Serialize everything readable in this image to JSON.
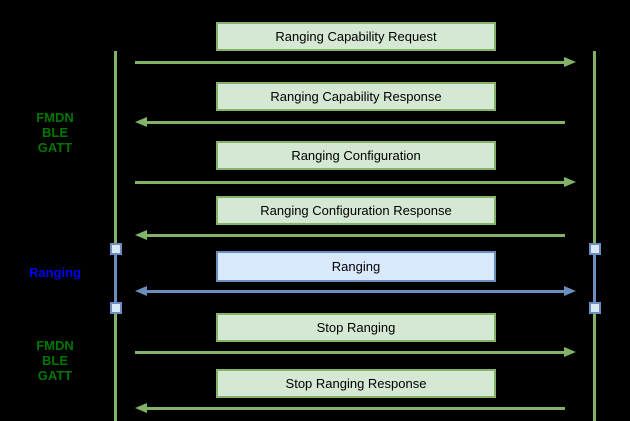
{
  "diagram": {
    "type": "sequence-diagram",
    "background": "#000000"
  },
  "colors": {
    "green_stroke": "#82b366",
    "green_fill": "#d5e8d4",
    "blue_stroke": "#6c8ebf",
    "blue_fill": "#dae8fc",
    "green_label_text": "#007700",
    "blue_label_text": "#0000ee",
    "message_text": "#000000"
  },
  "side_labels": [
    {
      "id": "fmdn-ble-gatt-top",
      "style": "green",
      "lines": [
        "FMDN",
        "BLE",
        "GATT"
      ]
    },
    {
      "id": "ranging",
      "style": "blue",
      "lines": [
        "Ranging"
      ]
    },
    {
      "id": "fmdn-ble-gatt-bottom",
      "style": "green",
      "lines": [
        "FMDN",
        "BLE",
        "GATT"
      ]
    }
  ],
  "messages": [
    {
      "label": "Ranging Capability Request",
      "direction": "right",
      "style": "green"
    },
    {
      "label": "Ranging Capability Response",
      "direction": "left",
      "style": "green"
    },
    {
      "label": "Ranging Configuration",
      "direction": "right",
      "style": "green"
    },
    {
      "label": "Ranging Configuration Response",
      "direction": "left",
      "style": "green"
    },
    {
      "label": "Ranging",
      "direction": "both",
      "style": "blue"
    },
    {
      "label": "Stop Ranging",
      "direction": "right",
      "style": "green"
    },
    {
      "label": "Stop Ranging Response",
      "direction": "left",
      "style": "green"
    }
  ],
  "activations": {
    "count_per_lifeline": 2,
    "style": "blue"
  }
}
